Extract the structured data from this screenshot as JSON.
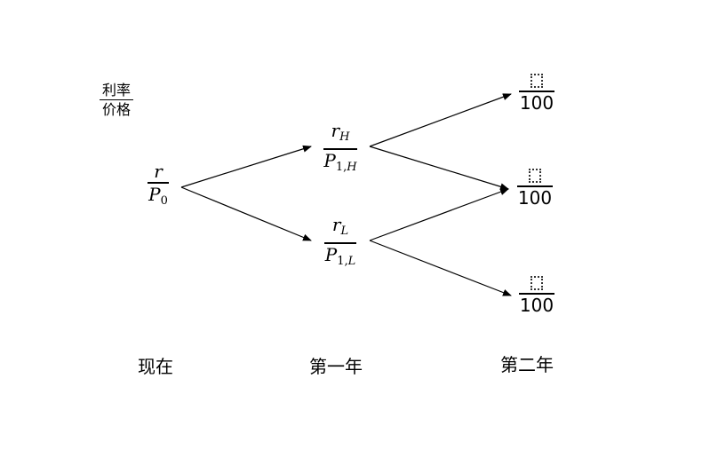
{
  "legend": {
    "numerator": "利率",
    "denominator": "价格"
  },
  "nodes": {
    "root": {
      "num_base": "r",
      "num_sub": "",
      "den_base": "P",
      "den_sub": "0"
    },
    "year1_high": {
      "num_base": "r",
      "num_sub": "H",
      "den_base": "P",
      "den_sub_digit": "1,",
      "den_sub_letter": "H"
    },
    "year1_low": {
      "num_base": "r",
      "num_sub": "L",
      "den_base": "P",
      "den_sub_digit": "1,",
      "den_sub_letter": "L"
    },
    "year2_top": {
      "num_placeholder": true,
      "den": "100"
    },
    "year2_mid": {
      "num_placeholder": true,
      "den": "100"
    },
    "year2_bottom": {
      "num_placeholder": true,
      "den": "100"
    }
  },
  "time_labels": {
    "now": "现在",
    "year1": "第一年",
    "year2": "第二年"
  },
  "edges": [
    {
      "from": "root",
      "to": "year1_high"
    },
    {
      "from": "root",
      "to": "year1_low"
    },
    {
      "from": "year1_high",
      "to": "year2_top"
    },
    {
      "from": "year1_high",
      "to": "year2_mid"
    },
    {
      "from": "year1_low",
      "to": "year2_mid"
    },
    {
      "from": "year1_low",
      "to": "year2_bottom"
    }
  ]
}
